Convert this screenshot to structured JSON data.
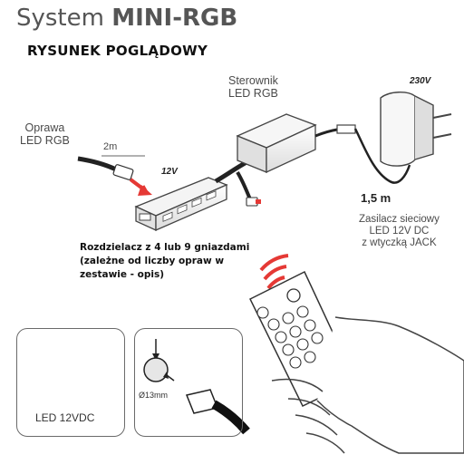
{
  "title_prefix": "System ",
  "title_main": "MINI-RGB",
  "subtitle": "RYSUNEK POGLĄDOWY",
  "labels": {
    "fixture": [
      "Oprawa",
      "LED RGB"
    ],
    "cable_2m": "2m",
    "voltage_12v": "12V",
    "controller": [
      "Sterownik",
      "LED RGB"
    ],
    "voltage_230v": "230V",
    "cable_1_5m": "1,5 m",
    "power_supply": [
      "Zasilacz sieciowy",
      "LED 12V DC",
      "z wtyczką JACK"
    ],
    "splitter_note": "Rozdzielacz z 4 lub 9 gniazdami\n(zależne od liczby opraw w\nzestawie - opis)",
    "led_panel": "LED 12VDC",
    "hole_diameter": "Ø13mm"
  },
  "colors": {
    "line": "#3a3a3a",
    "arrow": "#e53935",
    "signal": "#e53935",
    "text": "#4a4a4a"
  },
  "icons": [
    "led-connector-icon",
    "drill-hole-icon",
    "remote-control-icon",
    "hand-icon",
    "power-adapter-icon"
  ]
}
